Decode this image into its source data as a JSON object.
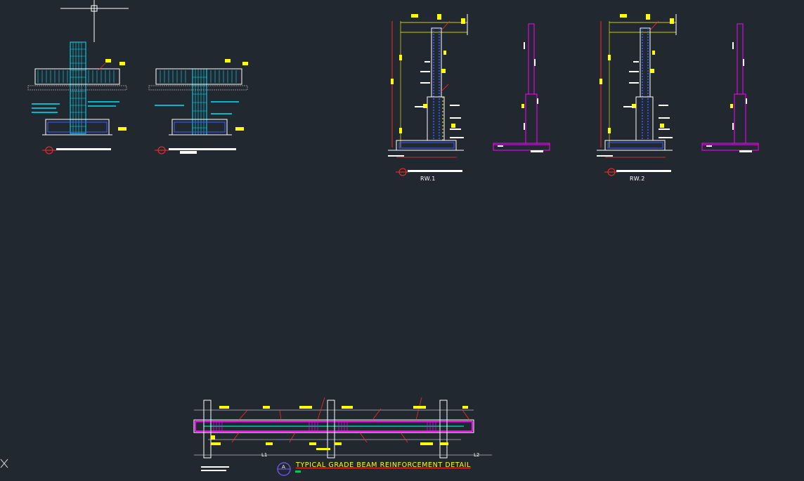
{
  "drawings": {
    "wall_1_label": "RW.1",
    "wall_2_label": "RW.2",
    "beam_title": "TYPICAL GRADE BEAM REINFORCEMENT DETAIL",
    "beam_marker": "A",
    "beam_spans": [
      "L1",
      "L2"
    ]
  },
  "colors": {
    "background": "#212830",
    "rebar": "#ff00ff",
    "concrete": "#ffffff",
    "stirrups": "#00e5ff",
    "annotation": "#ffff00",
    "leader": "#ff2a2a",
    "steel": "#3a5cff"
  },
  "icons": {
    "crosshair": "crosshair-cursor-icon",
    "ucs": "ucs-close-icon"
  }
}
